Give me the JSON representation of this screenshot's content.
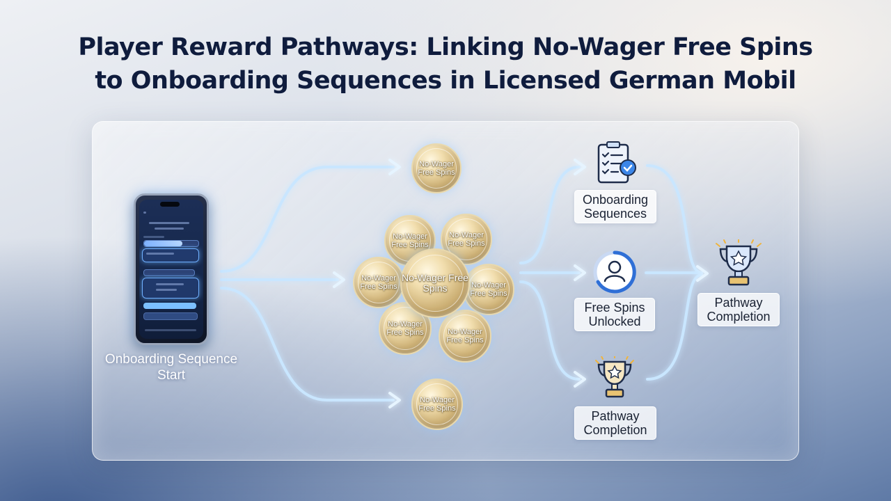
{
  "title": {
    "line1": "Player Reward Pathways: Linking No-Wager Free Spins",
    "line2": "to Onboarding Sequences in Licensed German Mobil"
  },
  "start": {
    "caption": "Onboarding Sequence Start",
    "icon": "smartphone-icon"
  },
  "coins": [
    {
      "label": "No-Wager Free Spins"
    },
    {
      "label": "No-Wager Free Spins"
    },
    {
      "label": "No-Wager Free Spins"
    },
    {
      "label": "No-Wager Free Spins"
    },
    {
      "label": "No-Wager Free Spins"
    },
    {
      "label": "No-Wager Free Spins"
    },
    {
      "label": "No-Wager Free Spins"
    },
    {
      "label": "No-Wager Free Spins"
    },
    {
      "label": "No-Wager Free Spins"
    }
  ],
  "nodes": {
    "onboarding": {
      "label": "Onboarding Sequences",
      "icon": "checklist-icon"
    },
    "unlocked": {
      "label": "Free Spins Unlocked",
      "icon": "user-progress-icon"
    },
    "completion_lower": {
      "label": "Pathway Completion",
      "icon": "trophy-icon"
    },
    "completion_final": {
      "label": "Pathway Completion",
      "icon": "trophy-icon"
    }
  },
  "colors": {
    "title": "#0f1c3d",
    "flow": "#bfe0ff",
    "glow": "#6fb4ff",
    "coin_gold": "#c9aa6a",
    "accent_blue": "#2f6fd6"
  }
}
